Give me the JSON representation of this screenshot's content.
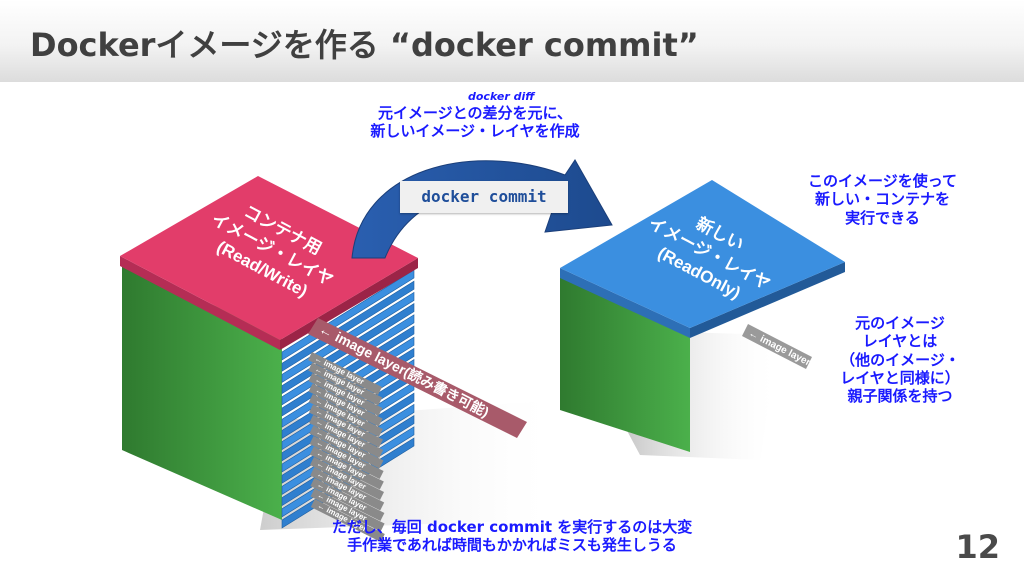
{
  "title": "Dockerイメージを作る “docker commit”",
  "diff_label": "docker diff",
  "diff_desc": [
    "元イメージとの差分を元に、",
    "新しいイメージ・レイヤを作成"
  ],
  "command": "docker commit",
  "left_layer": {
    "lines": [
      "コンテナ用",
      "イメージ・レイヤ",
      "(Read/Write)"
    ]
  },
  "rw_tag": "← image layer(読み書き可能)",
  "small_tag": "← image layer",
  "right_layer": {
    "lines": [
      "新しい",
      "イメージ・レイヤ",
      "(ReadOnly)"
    ]
  },
  "use_note": [
    "このイメージを使って",
    "新しい・コンテナを",
    "実行できる"
  ],
  "parent_note": [
    "元のイメージ",
    "レイヤとは",
    "（他のイメージ・",
    "レイヤと同様に）",
    "親子関係を持つ"
  ],
  "bottom_note": [
    "ただし、毎回 docker commit を実行するのは大変",
    "手作業であれば時間もかかればミスも発生しうる"
  ],
  "page_number": "12",
  "colors": {
    "rw_layer": "#e23d6a",
    "ro_layer": "#3b8fe0",
    "base_green": "#3f9a3f",
    "arrow": "#2a5fb0",
    "note_text": "#1a1aff"
  }
}
